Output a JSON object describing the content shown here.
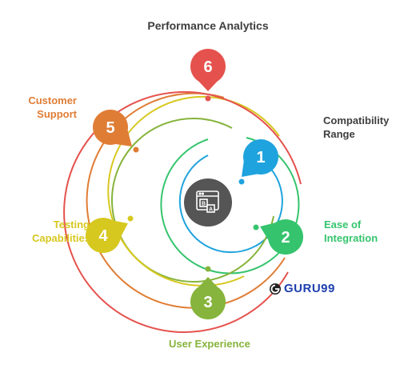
{
  "title": "Performance Analytics",
  "center_icon": "browser-window-ab-test-icon",
  "items": [
    {
      "number": "1",
      "label": "Compatibility\nRange",
      "color": "#1fa3de"
    },
    {
      "number": "2",
      "label": "Ease of\nIntegration",
      "color": "#35c46d"
    },
    {
      "number": "3",
      "label": "User Experience",
      "color": "#86b43c"
    },
    {
      "number": "4",
      "label": "Testing\nCapabilities",
      "color": "#d7c820"
    },
    {
      "number": "5",
      "label": "Customer\nSupport",
      "color": "#e07d35"
    },
    {
      "number": "6",
      "label": "Performance Analytics",
      "color": "#e5524d"
    }
  ],
  "brand": {
    "text": "GURU99",
    "icon": "guru99-logo-icon",
    "color": "#1c3fae"
  },
  "colors": {
    "center": "#555555",
    "text_dark": "#3e3e3e"
  }
}
